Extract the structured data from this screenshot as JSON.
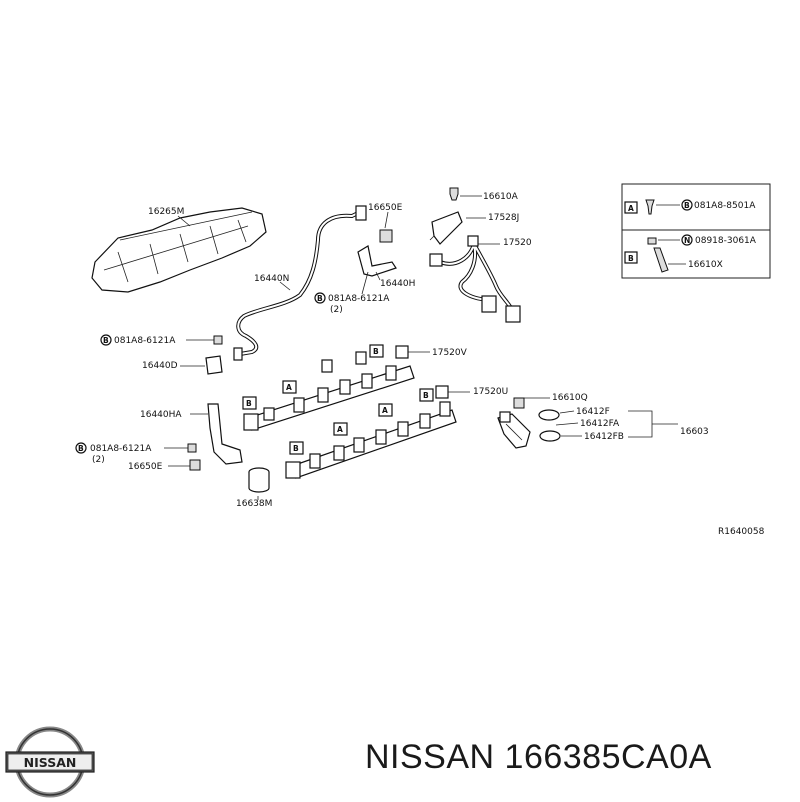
{
  "diagram": {
    "labels": {
      "p16265M": "16265M",
      "p16650E_top": "16650E",
      "p16610A": "16610A",
      "p17528J": "17528J",
      "p17520": "17520",
      "p16440N": "16440N",
      "p16440H": "16440H",
      "p081A8_6121A_top": "081A8-6121A",
      "qty2_top": "(2)",
      "p081A8_6121A_left": "081A8-6121A",
      "p16440D": "16440D",
      "p17520V": "17520V",
      "p17520U": "17520U",
      "p16610Q": "16610Q",
      "p16412F": "16412F",
      "p16412FA": "16412FA",
      "p16412FB": "16412FB",
      "p16603": "16603",
      "p16440HA": "16440HA",
      "p081A8_6121A_bot": "081A8-6121A",
      "qty2_bot": "(2)",
      "p16650E_bot": "16650E",
      "p16638M": "16638M",
      "ref": "R1640058"
    },
    "markers": {
      "A": "A",
      "B": "B",
      "N": "N"
    },
    "inset": {
      "rowA_tag": "A",
      "rowA_part": "081A8-8501A",
      "rowB_tag": "B",
      "rowB_part1": "08918-3061A",
      "rowB_part2": "16610X"
    }
  },
  "footer": {
    "brand": "NISSAN",
    "title": "NISSAN 166385CA0A"
  }
}
